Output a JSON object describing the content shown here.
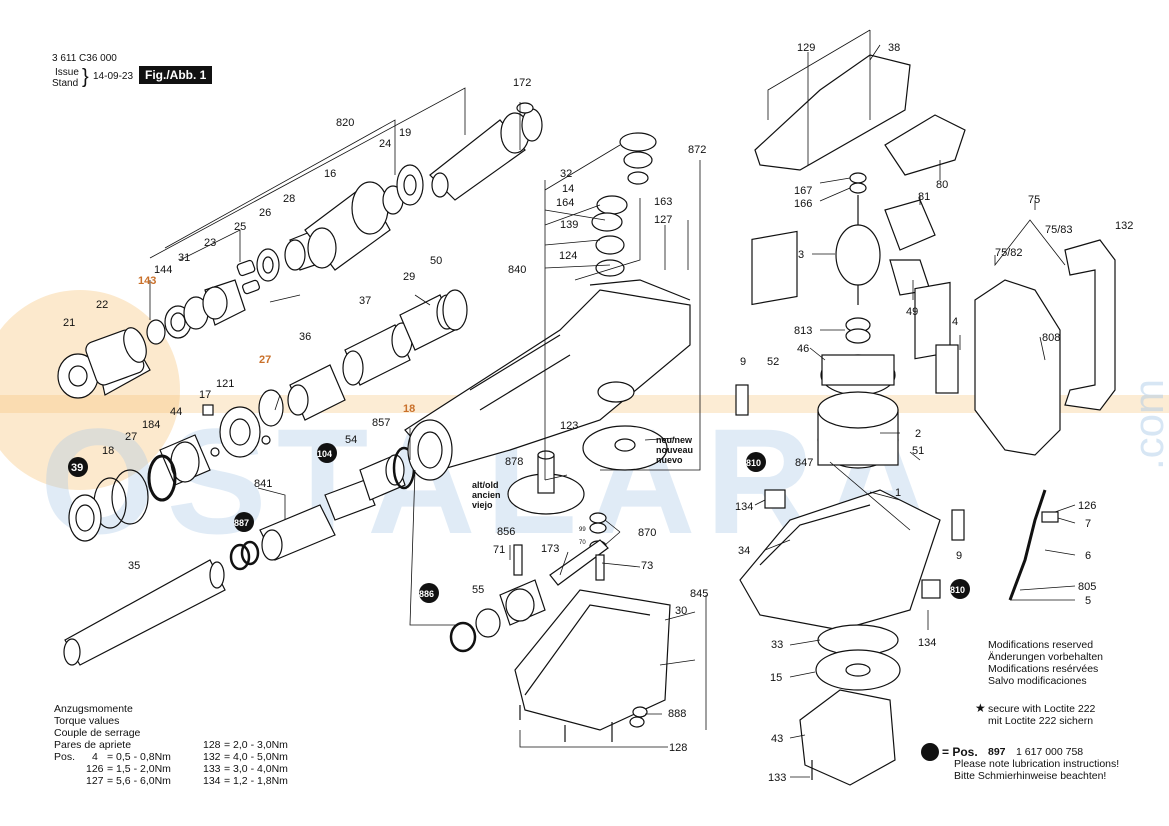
{
  "header": {
    "doc_number": "3 611 C36 000",
    "issue_label": "Issue",
    "stand_label": "Stand",
    "issue_date": "14-09-23",
    "fig_label": "Fig./Abb. 1"
  },
  "watermark": {
    "text": "OSTALARA",
    "suffix": ".com"
  },
  "part_labels": {
    "p172": "172",
    "p820": "820",
    "p19": "19",
    "p24": "24",
    "p16": "16",
    "p28": "28",
    "p26": "26",
    "p25": "25",
    "p23": "23",
    "p31": "31",
    "p144": "144",
    "p143": "143",
    "p22": "22",
    "p21": "21",
    "p37": "37",
    "p29": "29",
    "p50": "50",
    "p36": "36",
    "p27a": "27",
    "p121": "121",
    "p17": "17",
    "p44": "44",
    "p184": "184",
    "p27b": "27",
    "p18a": "18",
    "p39": "39",
    "p841": "841",
    "p887": "887",
    "p104": "104",
    "p54": "54",
    "p857": "857",
    "p18b": "18",
    "p35": "35",
    "p32": "32",
    "p14": "14",
    "p164": "164",
    "p139": "139",
    "p840": "840",
    "p124": "124",
    "p163": "163",
    "p127": "127",
    "p872": "872",
    "p123": "123",
    "p878": "878",
    "p856": "856",
    "p71": "71",
    "p173": "173",
    "p870": "870",
    "p73": "73",
    "p886": "886",
    "p55": "55",
    "p845": "845",
    "p30": "30",
    "p888": "888",
    "p128": "128",
    "p129": "129",
    "p38": "38",
    "p167": "167",
    "p166": "166",
    "p80": "80",
    "p81": "81",
    "p3": "3",
    "p49": "49",
    "p813": "813",
    "p46": "46",
    "p9a": "9",
    "p52": "52",
    "p2": "2",
    "p51": "51",
    "p810a": "810",
    "p847": "847",
    "p1": "1",
    "p134a": "134",
    "p34": "34",
    "p9b": "9",
    "p810b": "810",
    "p134b": "134",
    "p33": "33",
    "p15": "15",
    "p43": "43",
    "p133": "133",
    "p75": "75",
    "p7583": "75/83",
    "p7582": "75/82",
    "p132": "132",
    "p4": "4",
    "p808": "808",
    "p126": "126",
    "p7": "7",
    "p6": "6",
    "p805": "805",
    "p5": "5",
    "p99": "99",
    "p70": "70"
  },
  "gear_notes": {
    "new": [
      "neu/new",
      "nouveau",
      "nuevo"
    ],
    "old": [
      "alt/old",
      "ancien",
      "viejo"
    ]
  },
  "modifications": [
    "Modifications reserved",
    "Änderungen vorbehalten",
    "Modifications resérvées",
    "Salvo modificaciones"
  ],
  "loctite": {
    "star": "★",
    "lines": [
      "secure with Loctite 222",
      "mit Loctite 222 sichern"
    ]
  },
  "lubrication": {
    "pos_prefix": "= Pos.",
    "pos_number": "897",
    "part_number": "1 617 000 758",
    "lines": [
      "Please note lubrication instructions!",
      "Bitte Schmierhinweise beachten!"
    ]
  },
  "torque": {
    "titles": [
      "Anzugsmomente",
      "Torque values",
      "Couple de serrage",
      "Pares de apriete"
    ],
    "pos_label": "Pos.",
    "left": [
      {
        "pos": "4",
        "range": "= 0,5 - 0,8Nm"
      },
      {
        "pos": "126",
        "range": "= 1,5 - 2,0Nm"
      },
      {
        "pos": "127",
        "range": "= 5,6 - 6,0Nm"
      }
    ],
    "right": [
      {
        "pos": "128",
        "range": "= 2,0 - 3,0Nm"
      },
      {
        "pos": "132",
        "range": "= 4,0 - 5,0Nm"
      },
      {
        "pos": "133",
        "range": "= 3,0 - 4,0Nm"
      },
      {
        "pos": "134",
        "range": "= 1,2 - 1,8Nm"
      }
    ]
  }
}
